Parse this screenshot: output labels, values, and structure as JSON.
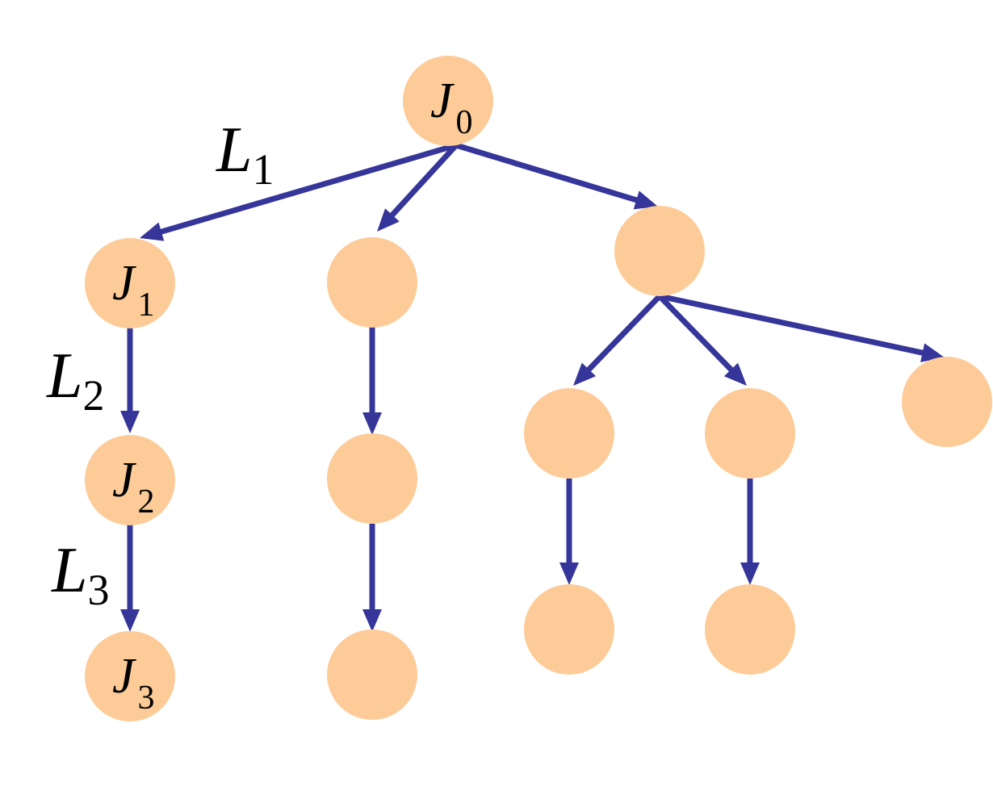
{
  "colors": {
    "node": "#FDCB98",
    "edge": "#35359A"
  },
  "nodes": [
    {
      "id": "j0",
      "label": "J",
      "sub": "0"
    },
    {
      "id": "j1",
      "label": "J",
      "sub": "1"
    },
    {
      "id": "j2",
      "label": "J",
      "sub": "2"
    },
    {
      "id": "j3",
      "label": "J",
      "sub": "3"
    },
    {
      "id": "b1",
      "label": "",
      "sub": ""
    },
    {
      "id": "b2",
      "label": "",
      "sub": ""
    },
    {
      "id": "b3",
      "label": "",
      "sub": ""
    },
    {
      "id": "c0",
      "label": "",
      "sub": ""
    },
    {
      "id": "c1",
      "label": "",
      "sub": ""
    },
    {
      "id": "c2",
      "label": "",
      "sub": ""
    },
    {
      "id": "c3",
      "label": "",
      "sub": ""
    },
    {
      "id": "c4",
      "label": "",
      "sub": ""
    },
    {
      "id": "c5",
      "label": "",
      "sub": ""
    }
  ],
  "edges": [
    {
      "id": "e1",
      "from": "j0",
      "to": "j1",
      "label": "L",
      "sub": "1"
    },
    {
      "id": "e2",
      "from": "j1",
      "to": "j2",
      "label": "L",
      "sub": "2"
    },
    {
      "id": "e3",
      "from": "j2",
      "to": "j3",
      "label": "L",
      "sub": "3"
    },
    {
      "id": "e4",
      "from": "j0",
      "to": "b1",
      "label": "",
      "sub": ""
    },
    {
      "id": "e5",
      "from": "b1",
      "to": "b2",
      "label": "",
      "sub": ""
    },
    {
      "id": "e6",
      "from": "b2",
      "to": "b3",
      "label": "",
      "sub": ""
    },
    {
      "id": "e7",
      "from": "j0",
      "to": "c0",
      "label": "",
      "sub": ""
    },
    {
      "id": "e8",
      "from": "c0",
      "to": "c1",
      "label": "",
      "sub": ""
    },
    {
      "id": "e9",
      "from": "c0",
      "to": "c2",
      "label": "",
      "sub": ""
    },
    {
      "id": "e10",
      "from": "c0",
      "to": "c3",
      "label": "",
      "sub": ""
    },
    {
      "id": "e11",
      "from": "c1",
      "to": "c4",
      "label": "",
      "sub": ""
    },
    {
      "id": "e12",
      "from": "c2",
      "to": "c5",
      "label": "",
      "sub": ""
    }
  ]
}
